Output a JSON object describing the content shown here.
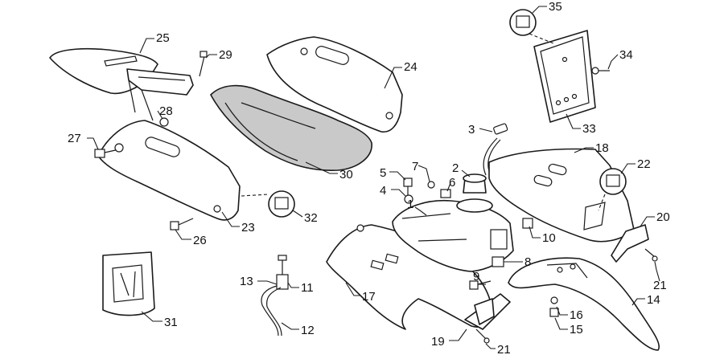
{
  "diagram": {
    "callouts": [
      {
        "id": "c1",
        "label": "1"
      },
      {
        "id": "c2",
        "label": "2"
      },
      {
        "id": "c3",
        "label": "3"
      },
      {
        "id": "c4",
        "label": "4"
      },
      {
        "id": "c5",
        "label": "5"
      },
      {
        "id": "c6",
        "label": "6"
      },
      {
        "id": "c7",
        "label": "7"
      },
      {
        "id": "c8",
        "label": "8"
      },
      {
        "id": "c9",
        "label": "9"
      },
      {
        "id": "c10",
        "label": "10"
      },
      {
        "id": "c11",
        "label": "11"
      },
      {
        "id": "c12",
        "label": "12"
      },
      {
        "id": "c13",
        "label": "13"
      },
      {
        "id": "c14",
        "label": "14"
      },
      {
        "id": "c15",
        "label": "15"
      },
      {
        "id": "c16",
        "label": "16"
      },
      {
        "id": "c17",
        "label": "17"
      },
      {
        "id": "c18",
        "label": "18"
      },
      {
        "id": "c19",
        "label": "19"
      },
      {
        "id": "c20",
        "label": "20"
      },
      {
        "id": "c21a",
        "label": "21"
      },
      {
        "id": "c21b",
        "label": "21"
      },
      {
        "id": "c22",
        "label": "22"
      },
      {
        "id": "c23",
        "label": "23"
      },
      {
        "id": "c24",
        "label": "24"
      },
      {
        "id": "c25",
        "label": "25"
      },
      {
        "id": "c26",
        "label": "26"
      },
      {
        "id": "c27",
        "label": "27"
      },
      {
        "id": "c28",
        "label": "28"
      },
      {
        "id": "c29",
        "label": "29"
      },
      {
        "id": "c30",
        "label": "30"
      },
      {
        "id": "c31",
        "label": "31"
      },
      {
        "id": "c32",
        "label": "32"
      },
      {
        "id": "c33",
        "label": "33"
      },
      {
        "id": "c34",
        "label": "34"
      },
      {
        "id": "c35",
        "label": "35"
      }
    ]
  }
}
